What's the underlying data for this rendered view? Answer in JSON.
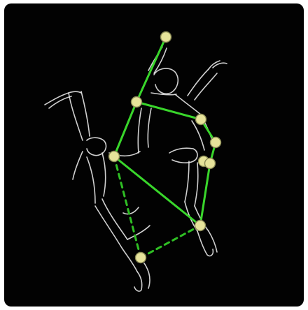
{
  "image": {
    "kind": "line-drawing skeleton overlay",
    "background_color": "#020202",
    "frame_color": "#ffffff",
    "sketch_color": "#e6e6e6",
    "solid_link_color": "#39d62b",
    "dashed_link_color": "#2fbf24",
    "joint_fill_color": "#e6e39a",
    "joint_stroke_color": "#8a8a55"
  },
  "icons": {
    "joints": "circle-marker",
    "links": "line-segment"
  }
}
